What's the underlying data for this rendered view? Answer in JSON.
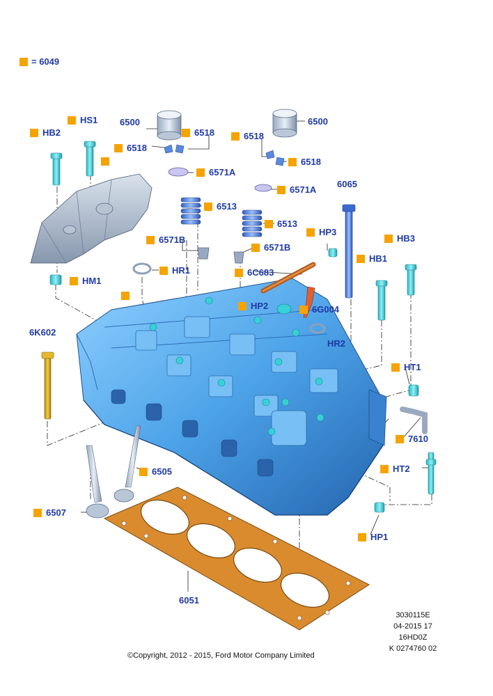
{
  "legend": {
    "text": "= 6049",
    "color": "#f5a300"
  },
  "labels": {
    "hb2": "HB2",
    "hs1": "HS1",
    "hm1": "HM1",
    "p6500_l": "6500",
    "p6518_l1": "6518",
    "p6518_l2": "6518",
    "p6571a_l": "6571A",
    "p6513_l": "6513",
    "p6571b_l": "6571B",
    "hr1": "HR1",
    "p6500_r": "6500",
    "p6518_r1": "6518",
    "p6518_r2": "6518",
    "p6571a_r": "6571A",
    "p6513_r": "6513",
    "p6571b_r": "6571B",
    "p6c683": "6C683",
    "p6065": "6065",
    "hp3": "HP3",
    "hb3": "HB3",
    "hb1": "HB1",
    "hp2": "HP2",
    "p6g004": "6G004",
    "hr2": "HR2",
    "p6k602": "6K602",
    "ht1": "HT1",
    "p7610": "7610",
    "ht2": "HT2",
    "hp1": "HP1",
    "p6505": "6505",
    "p6507": "6507",
    "p6051": "6051"
  },
  "reference": [
    "3030115E",
    "04-2015 17",
    "16HD0Z",
    "K 0274760 02"
  ],
  "copyright": "©Copyright, 2012 - 2015, Ford Motor Company Limited",
  "colors": {
    "part_blue": "#4da3e8",
    "bolt_cyan": "#38d0d8",
    "gasket": "#d98b2e",
    "label": "#1f3aa6",
    "marker": "#f5a300"
  }
}
